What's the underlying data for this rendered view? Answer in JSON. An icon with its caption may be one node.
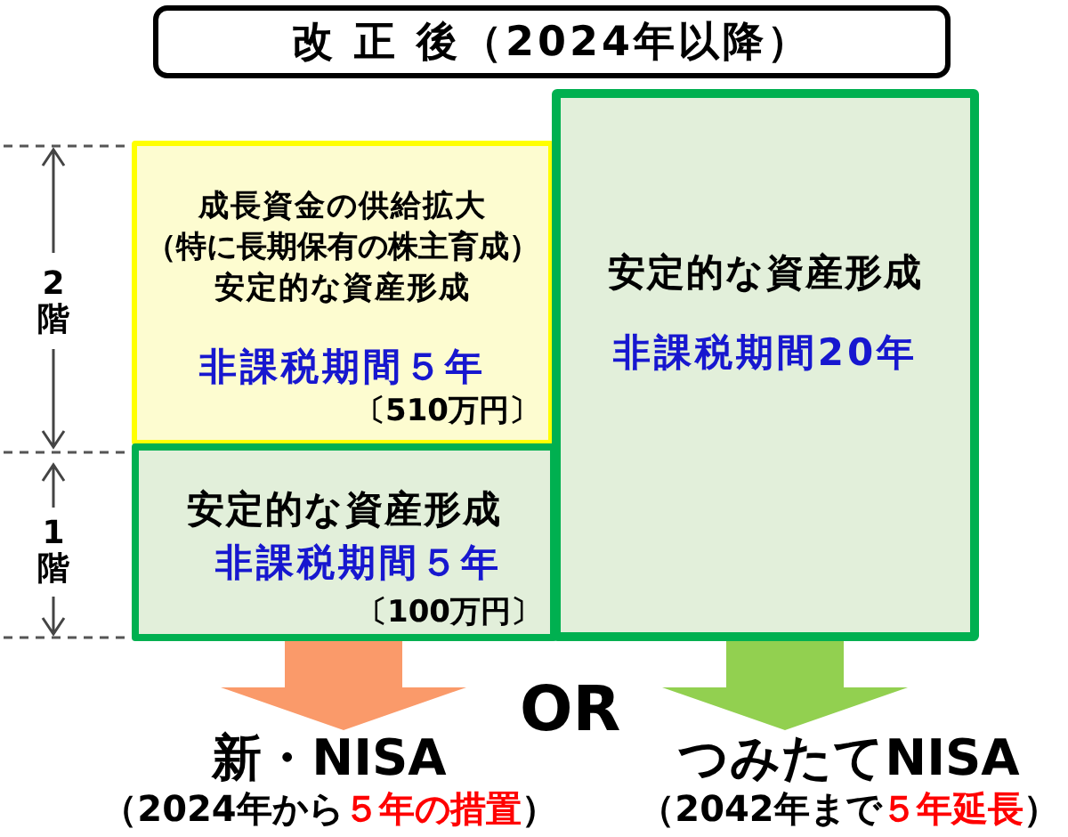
{
  "diagram": {
    "title": "改 正 後（2024年以降）",
    "nodes": [
      {
        "text": [
          "成長資金の供給拡大",
          "（特に長期保有の株主育成）",
          "安定的な資産形成",
          "非課税期間５年",
          "〔510万円〕"
        ]
      },
      {
        "text": [
          "安定的な資産形成",
          "非課税期間５年",
          "〔100万円〕"
        ]
      },
      {
        "text": [
          "安定的な資産形成",
          "非課税期間20年"
        ]
      },
      {
        "text": [
          "新・NISA"
        ],
        "beside": [
          "（2024年から**５年の措置**）"
        ]
      },
      {
        "text": [
          "つみたてNISA"
        ],
        "beside": [
          "（2042年まで**５年延長**）"
        ]
      }
    ],
    "edges": [
      {
        "from": 1,
        "to": 3,
        "arrow": "to",
        "style": "thick",
        "color": "#fa9a6a"
      },
      {
        "from": 2,
        "to": 4,
        "arrow": "to",
        "style": "thick",
        "color": "#92d050"
      }
    ],
    "labels": [
      "2階",
      "1階",
      "OR"
    ]
  }
}
